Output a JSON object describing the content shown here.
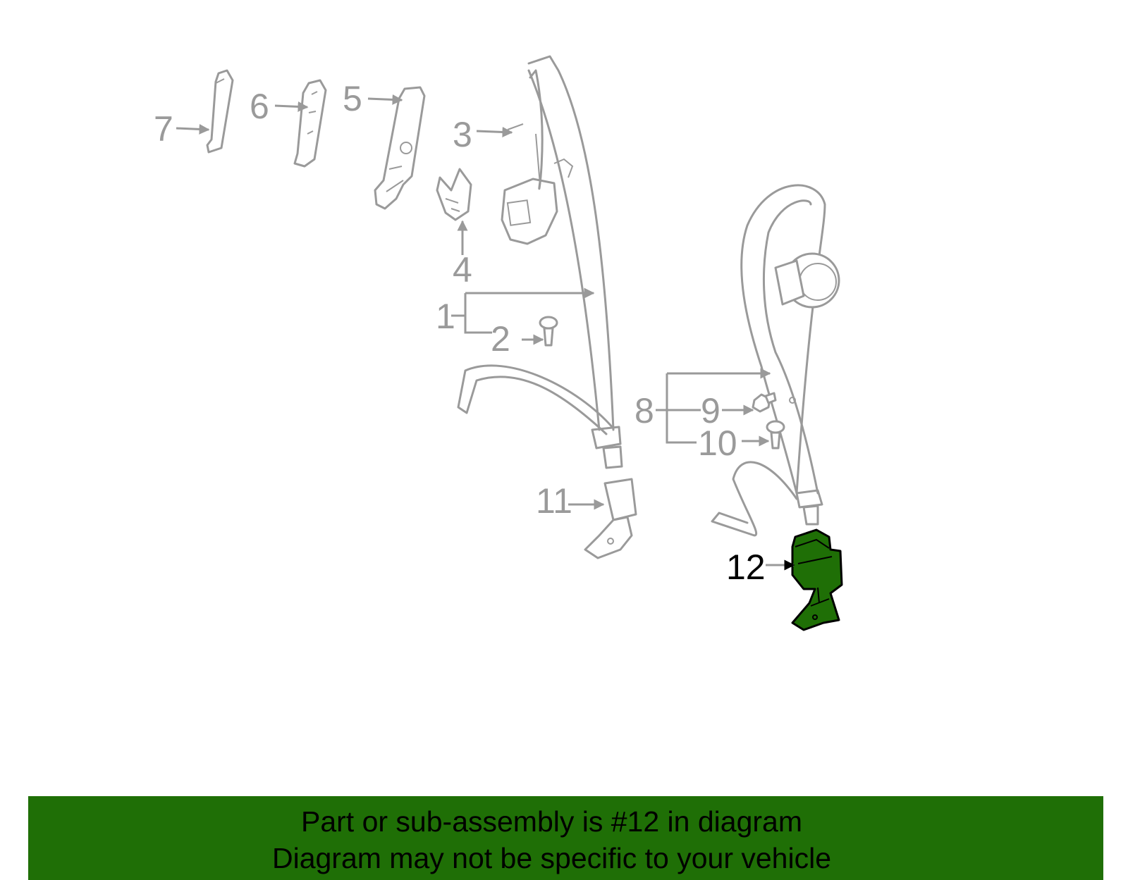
{
  "diagram": {
    "callouts": [
      "1",
      "2",
      "3",
      "4",
      "5",
      "6",
      "7",
      "8",
      "9",
      "10",
      "11",
      "12"
    ],
    "highlighted_part": "12",
    "highlight_color": "#1f6f06",
    "line_color": "#9a9a9a"
  },
  "footer": {
    "line1": "Part or sub-assembly is #12 in diagram",
    "line2": "Diagram may not be specific to your vehicle",
    "background": "#1f6f06"
  }
}
